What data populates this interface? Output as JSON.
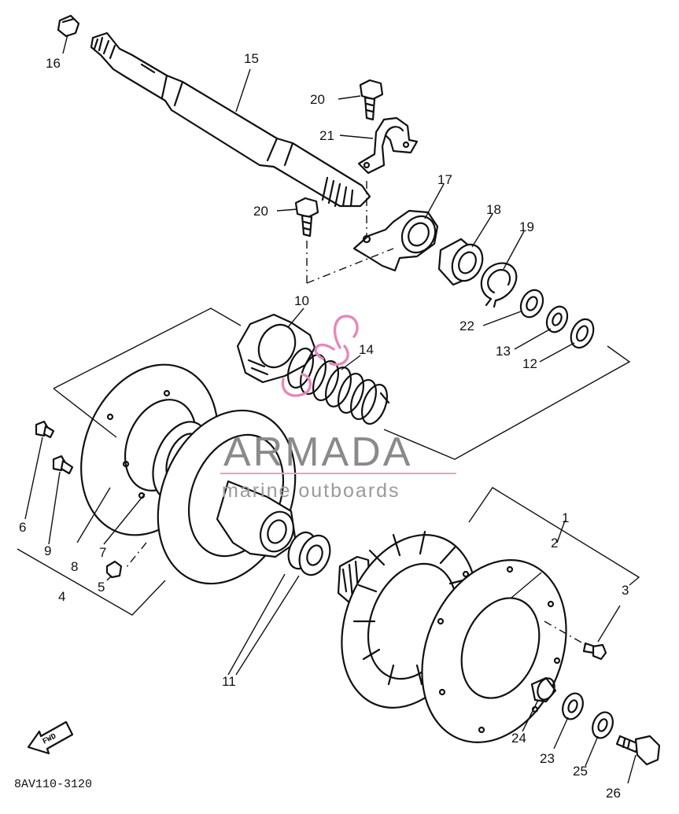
{
  "diagram": {
    "drawing_code": "8AV110-3120",
    "fwd_label": "FWD",
    "watermark": {
      "brand": "ARMADA",
      "tagline": "marine outboards",
      "line_color": "#e6a3c6",
      "logo_color": "#e589bb",
      "text_color": "#8a8a8a"
    },
    "part_numbers": {
      "p1": "1",
      "p2": "2",
      "p3": "3",
      "p4": "4",
      "p5": "5",
      "p6": "6",
      "p7": "7",
      "p8": "8",
      "p9": "9",
      "p10": "10",
      "p11": "11",
      "p12": "12",
      "p13": "13",
      "p14": "14",
      "p15": "15",
      "p16": "16",
      "p17": "17",
      "p18": "18",
      "p19": "19",
      "p20a": "20",
      "p20b": "20",
      "p21": "21",
      "p22": "22",
      "p23": "23",
      "p24": "24",
      "p25": "25",
      "p26": "26"
    }
  }
}
